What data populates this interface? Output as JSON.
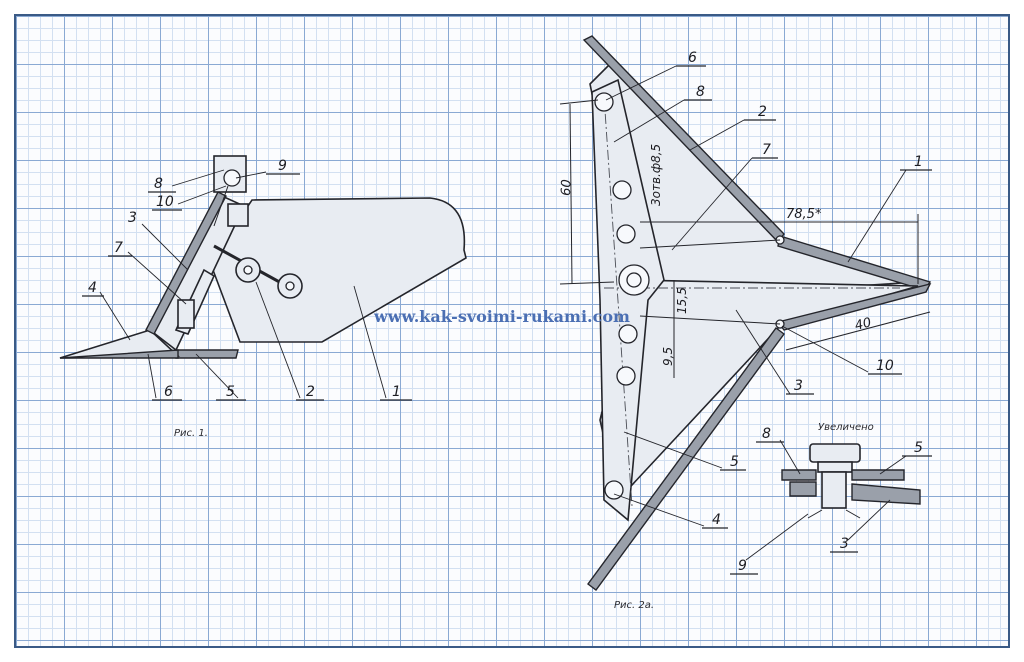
{
  "watermark": "www.kak-svoimi-rukami.com",
  "figure1": {
    "caption": "Рис. 1.",
    "callouts": [
      "1",
      "2",
      "3",
      "4",
      "5",
      "6",
      "7",
      "8",
      "9",
      "10"
    ]
  },
  "figure2a": {
    "caption": "Рис. 2а.",
    "callouts": [
      "1",
      "2",
      "3",
      "4",
      "5",
      "6",
      "7",
      "8",
      "10"
    ],
    "dimensions": {
      "d60": "60",
      "d78": "78,5*",
      "d40": "40",
      "d15": "15,5",
      "d95": "9,5",
      "hole_note": "3отв.ф8,5"
    },
    "detail": {
      "title": "Увеличено",
      "callouts": [
        "8",
        "5",
        "3",
        "9"
      ]
    }
  }
}
